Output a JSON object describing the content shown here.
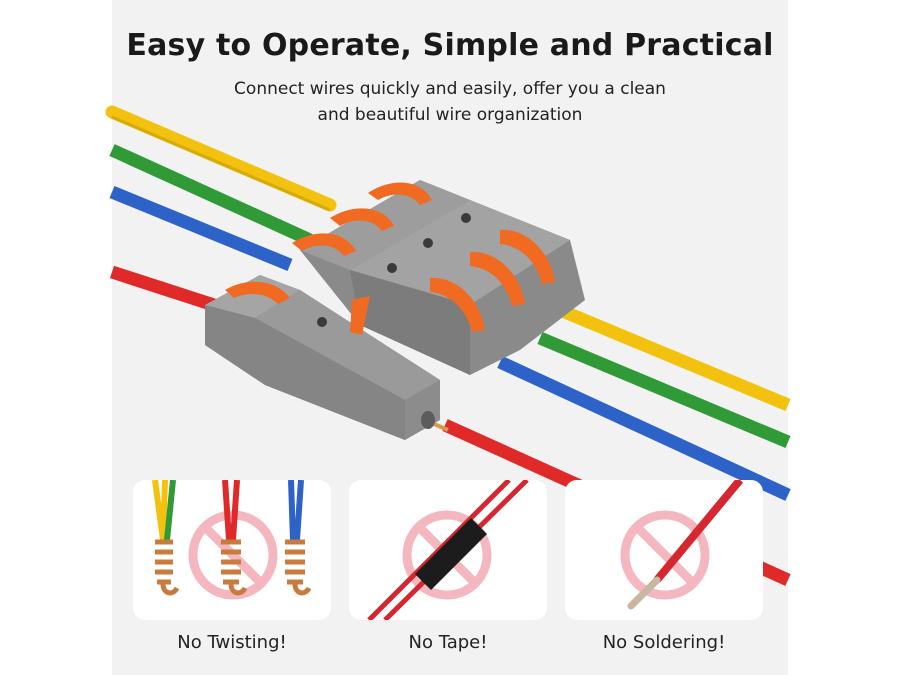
{
  "heading": {
    "title": "Easy to Operate, Simple and Practical",
    "subtitle_line1": "Connect wires quickly and easily, offer you a clean",
    "subtitle_line2": "and beautiful wire organization"
  },
  "cards": [
    {
      "label": "No Twisting!",
      "icon": "twisted-wires-prohibited-icon"
    },
    {
      "label": "No Tape!",
      "icon": "taped-wire-prohibited-icon"
    },
    {
      "label": "No Soldering!",
      "icon": "soldered-wire-prohibited-icon"
    }
  ],
  "colors": {
    "wire_yellow": "#f2c20f",
    "wire_green": "#2f9a36",
    "wire_blue": "#2d62c8",
    "wire_red": "#e02a2a",
    "connector_grey": "#8c8c8c",
    "lever_orange": "#f06a22",
    "prohibit_pink": "#f4b7bf"
  }
}
